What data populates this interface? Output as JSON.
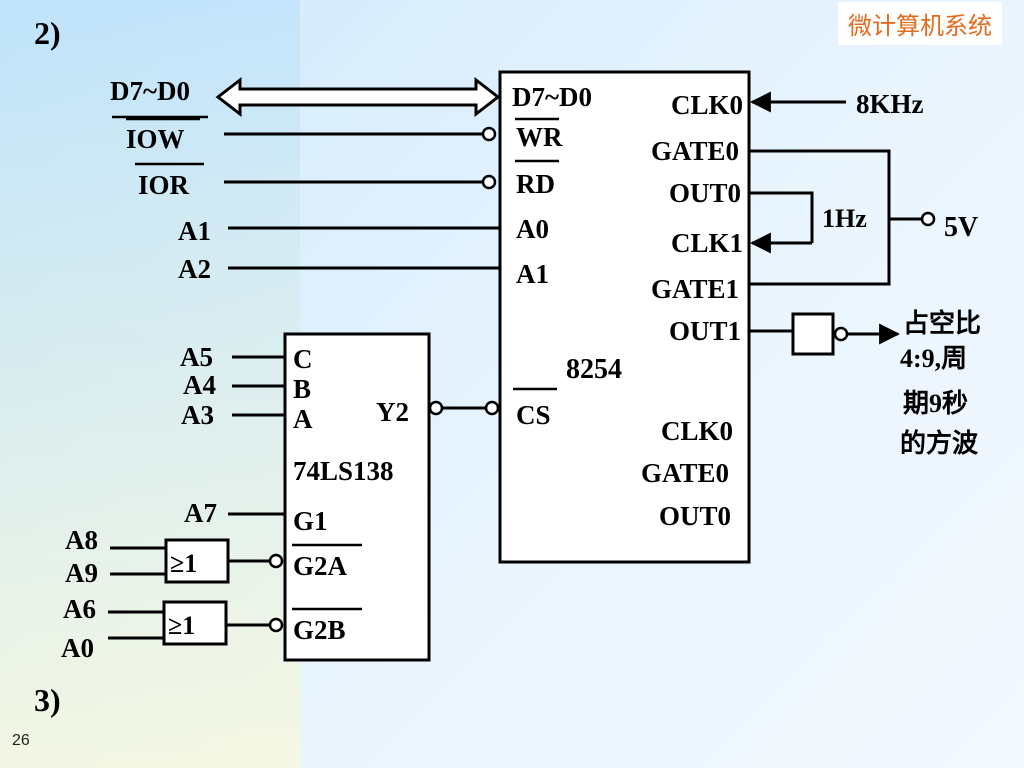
{
  "slide": {
    "part2_label": "2)",
    "part3_label": "3)",
    "page_number": "26",
    "course": "微计算机系统"
  },
  "signals_left": {
    "data_bus": "D7~D0",
    "iow": "IOW",
    "ior": "IOR",
    "a1": "A1",
    "a2": "A2",
    "a5": "A5",
    "a4": "A4",
    "a3": "A3",
    "a7": "A7",
    "a8": "A8",
    "a9": "A9",
    "a6": "A6",
    "a0": "A0"
  },
  "chip_8254": {
    "name": "8254",
    "pins_left": {
      "data": "D7~D0",
      "wr": "WR",
      "rd": "RD",
      "a0": "A0",
      "a1": "A1",
      "cs": "CS"
    },
    "pins_right": {
      "clk0": "CLK0",
      "gate0": "GATE0",
      "out0": "OUT0",
      "clk1": "CLK1",
      "gate1": "GATE1",
      "out1": "OUT1",
      "clk0_b": "CLK0",
      "gate0_b": "GATE0",
      "out0_b": "OUT0"
    }
  },
  "chip_74ls138": {
    "name": "74LS138",
    "pins": {
      "c": "C",
      "b": "B",
      "a": "A",
      "y2": "Y2",
      "g1": "G1",
      "g2a": "G2A",
      "g2b": "G2B"
    }
  },
  "or_gates": {
    "gate1": "≥1",
    "gate2": "≥1"
  },
  "external": {
    "clock_in": "8KHz",
    "freq_label": "1Hz",
    "supply": "5V",
    "output_line1": "占空比",
    "output_line2": "4:9,周",
    "output_line3": "期9秒",
    "output_line4": "的方波"
  }
}
